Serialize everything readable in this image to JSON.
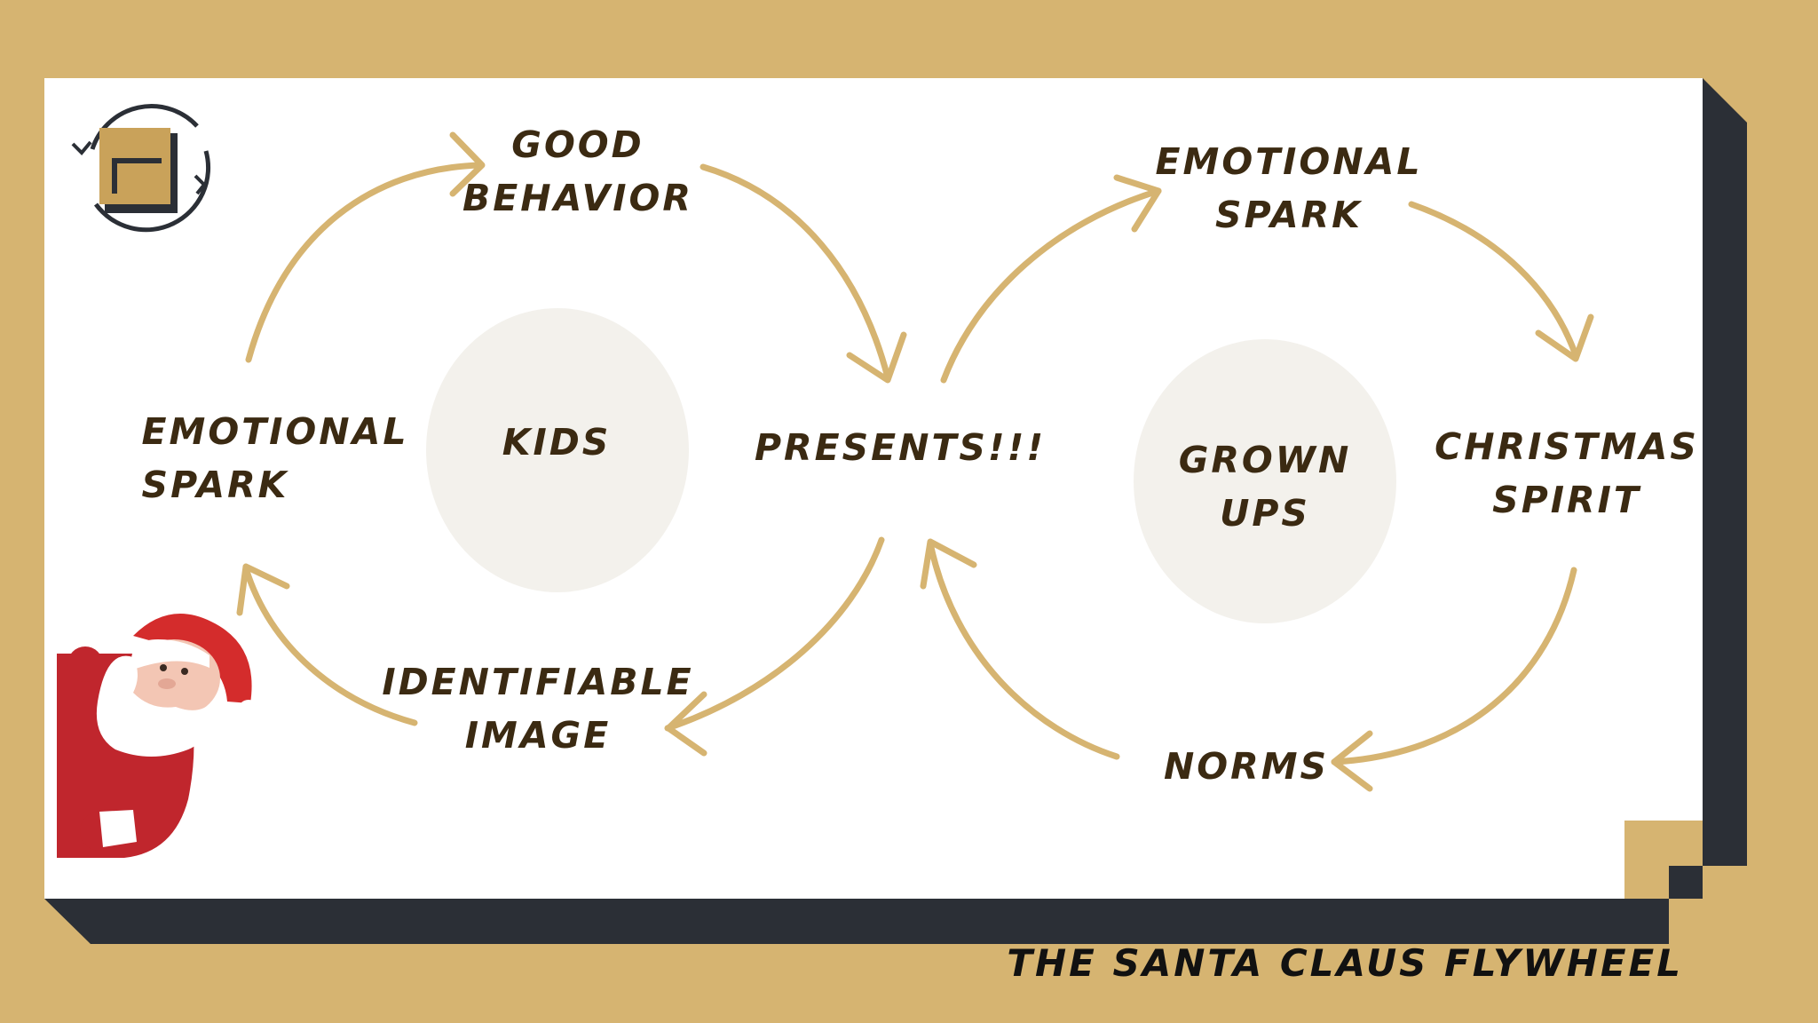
{
  "colors": {
    "background": "#d6b471",
    "card": "#ffffff",
    "shadow": "#2b2f36",
    "arrow": "#d6b471",
    "hub": "#f3f1ec",
    "text": "#3b2a12"
  },
  "icons": [
    "flywheel-logo-icon",
    "santa-claus-icon"
  ],
  "left_loop": {
    "hub": "KIDS",
    "nodes": {
      "top": [
        "GOOD",
        "BEHAVIOR"
      ],
      "left": [
        "EMOTIONAL",
        "SPARK"
      ],
      "bottom": [
        "IDENTIFIABLE",
        "IMAGE"
      ]
    }
  },
  "center": {
    "label": "PRESENTS!!!"
  },
  "right_loop": {
    "hub": [
      "GROWN",
      "UPS"
    ],
    "nodes": {
      "top": [
        "EMOTIONAL",
        "SPARK"
      ],
      "right": [
        "CHRISTMAS",
        "SPIRIT"
      ],
      "bottom": "NORMS"
    }
  },
  "footer": {
    "title": "THE SANTA CLAUS FLYWHEEL"
  }
}
